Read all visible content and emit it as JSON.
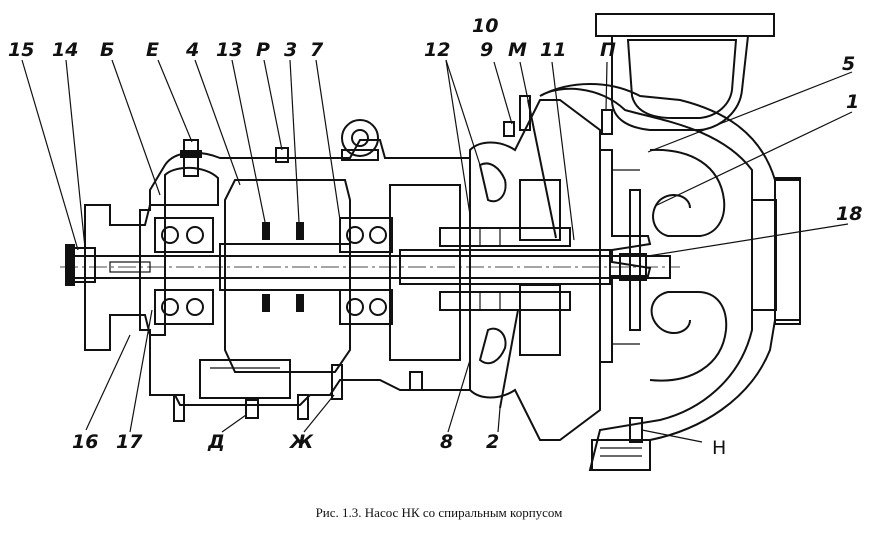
{
  "caption": "Рис. 1.3. Насос НК со спиральным корпусом",
  "callouts": {
    "c15": "15",
    "c14": "14",
    "cB": "Б",
    "cE": "Е",
    "c4": "4",
    "c13": "13",
    "cP": "Р",
    "c3": "3",
    "c7": "7",
    "c12": "12",
    "c10": "10",
    "c9": "9",
    "cM": "М",
    "c11": "11",
    "cPi": "П",
    "c5": "5",
    "c1": "1",
    "c18": "18",
    "c16": "16",
    "c17": "17",
    "cD": "Д",
    "cZh": "Ж",
    "c8": "8",
    "c2": "2",
    "cH": "Н"
  }
}
